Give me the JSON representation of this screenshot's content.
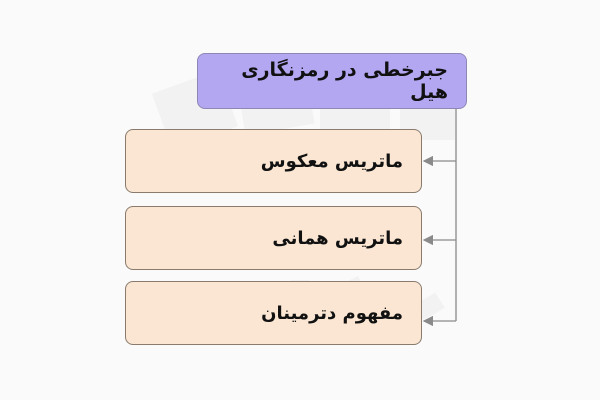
{
  "diagram": {
    "root": {
      "label": "جبرخطی در رمزنگاری هیل"
    },
    "children": [
      {
        "label": "ماتریس معکوس"
      },
      {
        "label": "ماتریس همانی"
      },
      {
        "label": "مفهوم دترمینان"
      }
    ]
  },
  "colors": {
    "background": "#fafafa",
    "root_fill": "#b3a7f2",
    "child_fill": "#fae6d2",
    "connector": "#8a8a8a"
  }
}
